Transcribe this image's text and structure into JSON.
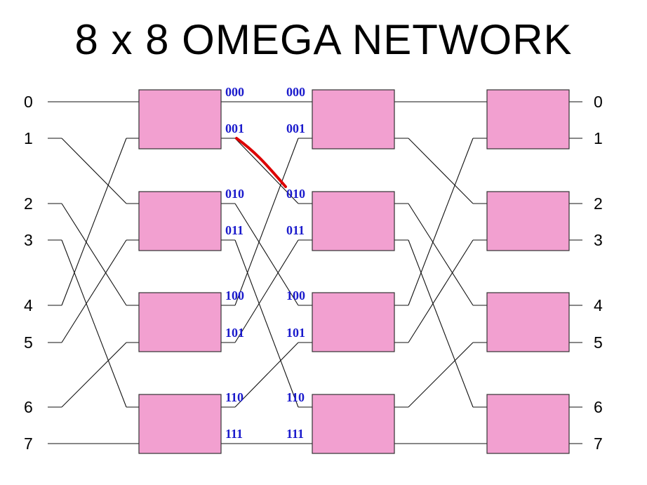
{
  "title": "8 x 8 OMEGA NETWORK",
  "colors": {
    "switch_fill": "#f2a0d0",
    "switch_stroke": "#333333",
    "label": "#1a1acc",
    "path": "#dd0000"
  },
  "input_ports": [
    "0",
    "1",
    "2",
    "3",
    "4",
    "5",
    "6",
    "7"
  ],
  "output_ports": [
    "0",
    "1",
    "2",
    "3",
    "4",
    "5",
    "6",
    "7"
  ],
  "stages": 3,
  "switches_per_stage": 4,
  "stage1_output_labels": [
    "000",
    "001",
    "010",
    "011",
    "100",
    "101",
    "110",
    "111"
  ],
  "stage2_input_labels": [
    "000",
    "001",
    "010",
    "011",
    "100",
    "101",
    "110",
    "111"
  ],
  "highlighted_path": {
    "from": "001",
    "to": "010"
  }
}
